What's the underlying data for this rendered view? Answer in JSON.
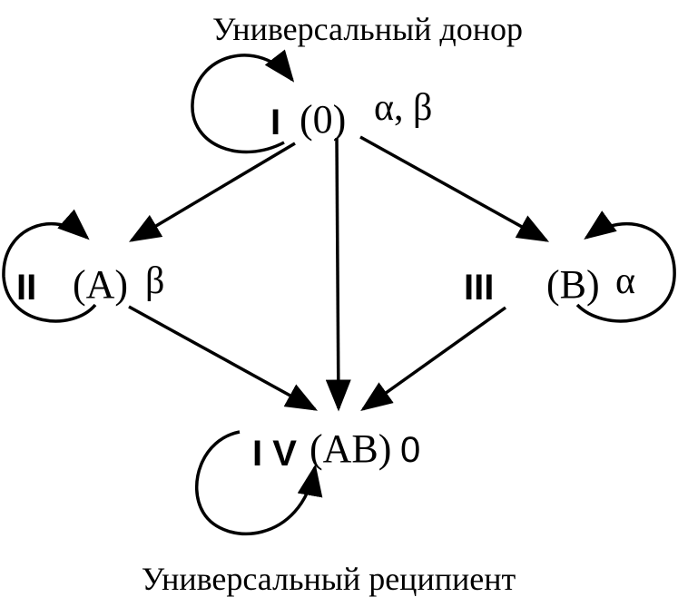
{
  "captions": {
    "top": "Универсальный донор",
    "bottom": "Универсальный реципиент"
  },
  "nodes": {
    "group1": {
      "roman": "I",
      "type": "(0)",
      "agglutinins": "α, β"
    },
    "group2": {
      "roman": "II",
      "type": "(A)",
      "agglutinins": "β"
    },
    "group3": {
      "roman": "III",
      "type": "(B)",
      "agglutinins": "α"
    },
    "group4": {
      "roman": "I V",
      "type": "(AB)",
      "agglutinins": "0"
    }
  },
  "edges": [
    {
      "from": "I (0)",
      "to": "II (A)"
    },
    {
      "from": "I (0)",
      "to": "III (B)"
    },
    {
      "from": "I (0)",
      "to": "I V (AB)"
    },
    {
      "from": "II (A)",
      "to": "I V (AB)"
    },
    {
      "from": "III (B)",
      "to": "I V (AB)"
    }
  ],
  "self_loops": [
    "I (0)",
    "II (A)",
    "III (B)",
    "I V (AB)"
  ]
}
